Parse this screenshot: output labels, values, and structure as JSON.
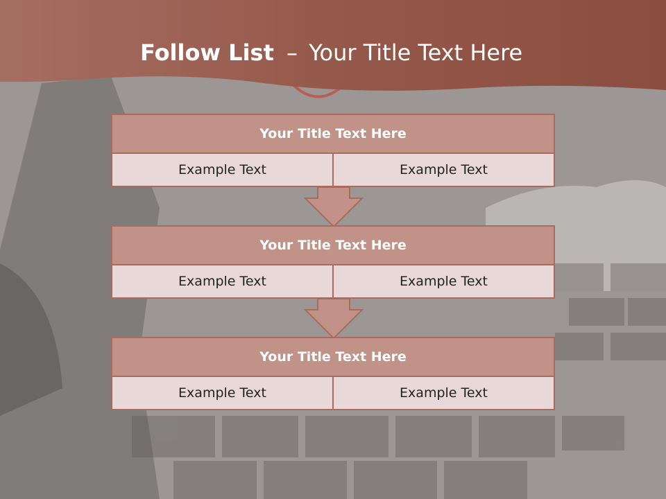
{
  "slide": {
    "title_bold": "Follow List",
    "title_dash": "–",
    "title_rest": "Your Title Text Here"
  },
  "steps": [
    {
      "title": "Your Title Text Here",
      "left": "Example Text",
      "right": "Example Text"
    },
    {
      "title": "Your Title Text Here",
      "left": "Example Text",
      "right": "Example Text"
    },
    {
      "title": "Your Title Text Here",
      "left": "Example Text",
      "right": "Example Text"
    }
  ],
  "colors": {
    "header": "#9c5e51",
    "box_title": "#c09288",
    "box_cell": "#e8d9d8",
    "border": "#a96b5d"
  }
}
